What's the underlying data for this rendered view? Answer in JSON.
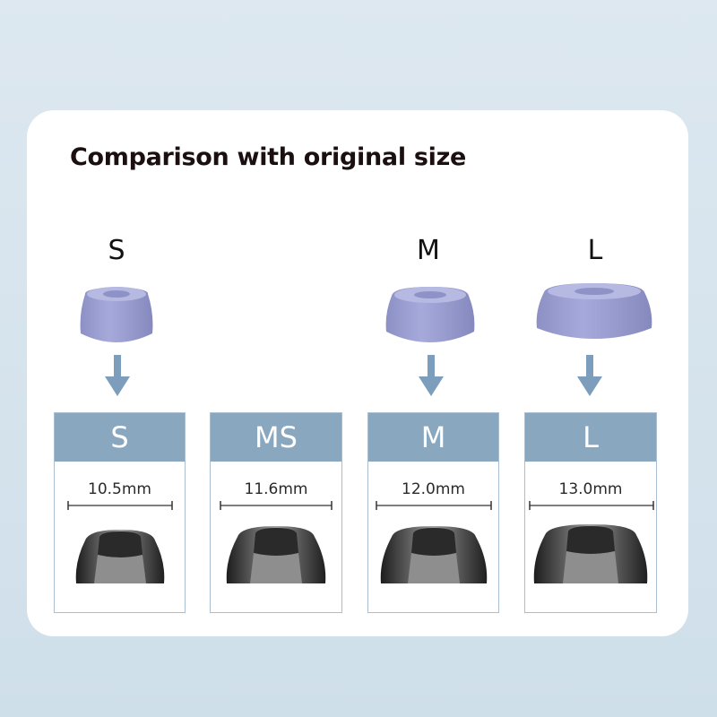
{
  "title": "Comparison with original size",
  "original_sizes": [
    {
      "label": "S"
    },
    {
      "label": "M"
    },
    {
      "label": "L"
    }
  ],
  "sizes": [
    {
      "label": "S",
      "measure": "10.5mm"
    },
    {
      "label": "MS",
      "measure": "11.6mm"
    },
    {
      "label": "M",
      "measure": "12.0mm"
    },
    {
      "label": "L",
      "measure": "13.0mm"
    }
  ],
  "colors": {
    "header_blue": "#8aa7c0",
    "arrow_blue": "#7c9dbb",
    "original_tip": "#9b9fd0"
  }
}
